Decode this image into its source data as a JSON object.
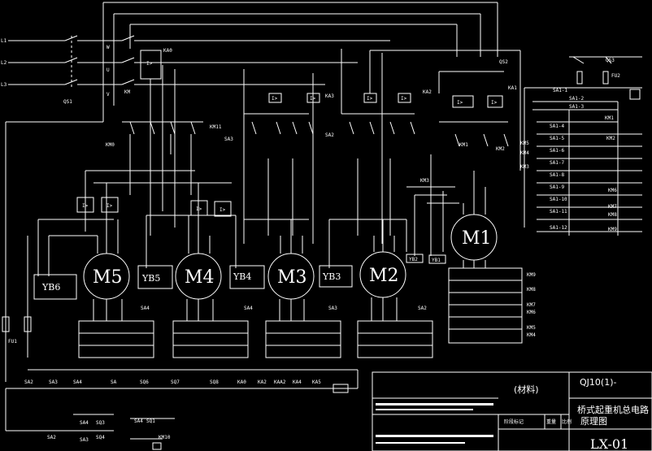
{
  "lines": [
    "L1",
    "L2",
    "L3"
  ],
  "phase_labels": [
    "W",
    "U",
    "V"
  ],
  "main_switch": "QS1",
  "contactor_main": "KM",
  "ka0": "KA0",
  "qs2": "QS2",
  "qs3": "QS3",
  "fu1": "FU1",
  "fu2": "FU2",
  "ka1": "KA1",
  "ka2": "KA2",
  "ka3": "KA3",
  "km11": "KM11",
  "km0": "KM0",
  "km1": "KM1",
  "km2": "KM2",
  "km3": "KM3",
  "sa_labels": [
    "SA1",
    "SA2",
    "SA3",
    "SA4"
  ],
  "motors": [
    {
      "name": "M5",
      "brake": "YB6"
    },
    {
      "name": "M4",
      "brake": "YB5"
    },
    {
      "name": "M3",
      "brake": "YB4"
    },
    {
      "name": "M2",
      "brake": "YB3"
    },
    {
      "name": "M1",
      "brake": ""
    }
  ],
  "yb_small": [
    "YB2",
    "YB1"
  ],
  "overcurrent_symbol": "I>",
  "right_side_labels": [
    "SA1-1",
    "SA1-2",
    "SA1-3",
    "SA1-4",
    "SA1-5",
    "SA1-6",
    "SA1-7",
    "SA1-8",
    "SA1-9",
    "SA1-10",
    "SA1-11",
    "SA1-12"
  ],
  "right_coils": [
    "KM1",
    "KM2",
    "KM3",
    "KM4",
    "KM5",
    "KM6",
    "KM7",
    "KM8",
    "KM9"
  ],
  "resistor_labels": [
    "KM9",
    "KM8",
    "KM7",
    "KM6",
    "KM5",
    "KM4"
  ],
  "bottom_contacts": [
    "SA2",
    "SA3",
    "SA4",
    "SA",
    "SQ6",
    "SQ7",
    "SQ8",
    "KA0",
    "KA2",
    "KAA2",
    "KA4",
    "KA5"
  ],
  "bottom_left": [
    "SA2",
    "SA3",
    "SQ3",
    "SA4",
    "SQ4",
    "SA4",
    "SQ1",
    "KM10"
  ],
  "title_block": {
    "material": "(材料)",
    "drawing_no": "QJ10(1)-",
    "name_line1": "桥式起重机总电路",
    "name_line2": "原理图",
    "code": "LX-01",
    "stage_label": "阶段标记",
    "weight_label": "重量",
    "scale_label": "比例"
  }
}
